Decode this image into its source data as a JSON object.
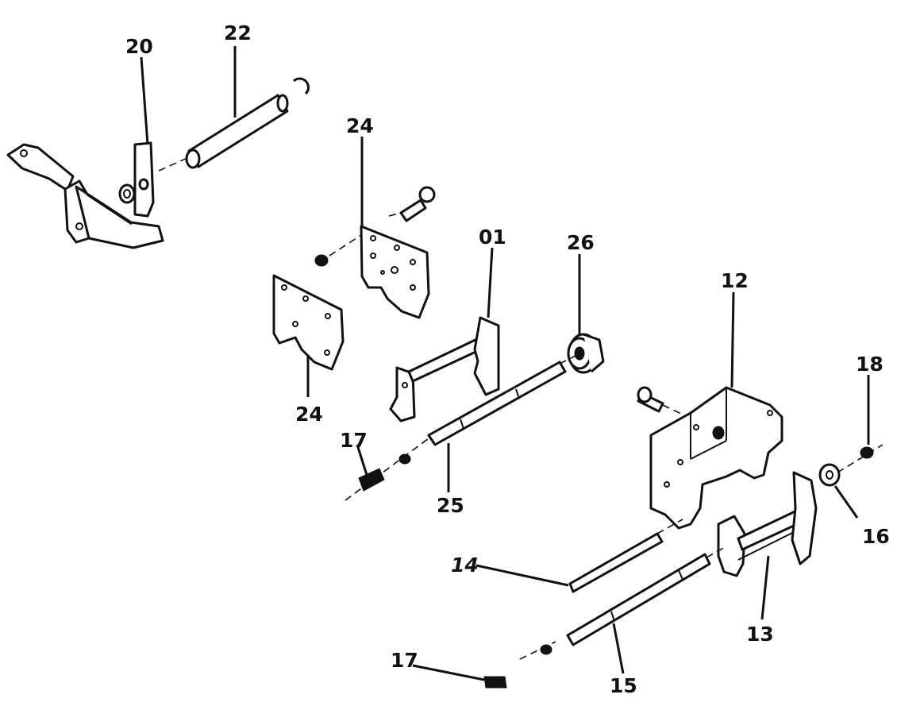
{
  "diagram": {
    "labels": {
      "p20": "20",
      "p22": "22",
      "p24_top": "24",
      "p24_bottom": "24",
      "p01": "01",
      "p26": "26",
      "p12": "12",
      "p18": "18",
      "p17_left": "17",
      "p25": "25",
      "p16": "16",
      "p14": "14",
      "p13": "13",
      "p17_bottom": "17",
      "p15": "15"
    }
  }
}
